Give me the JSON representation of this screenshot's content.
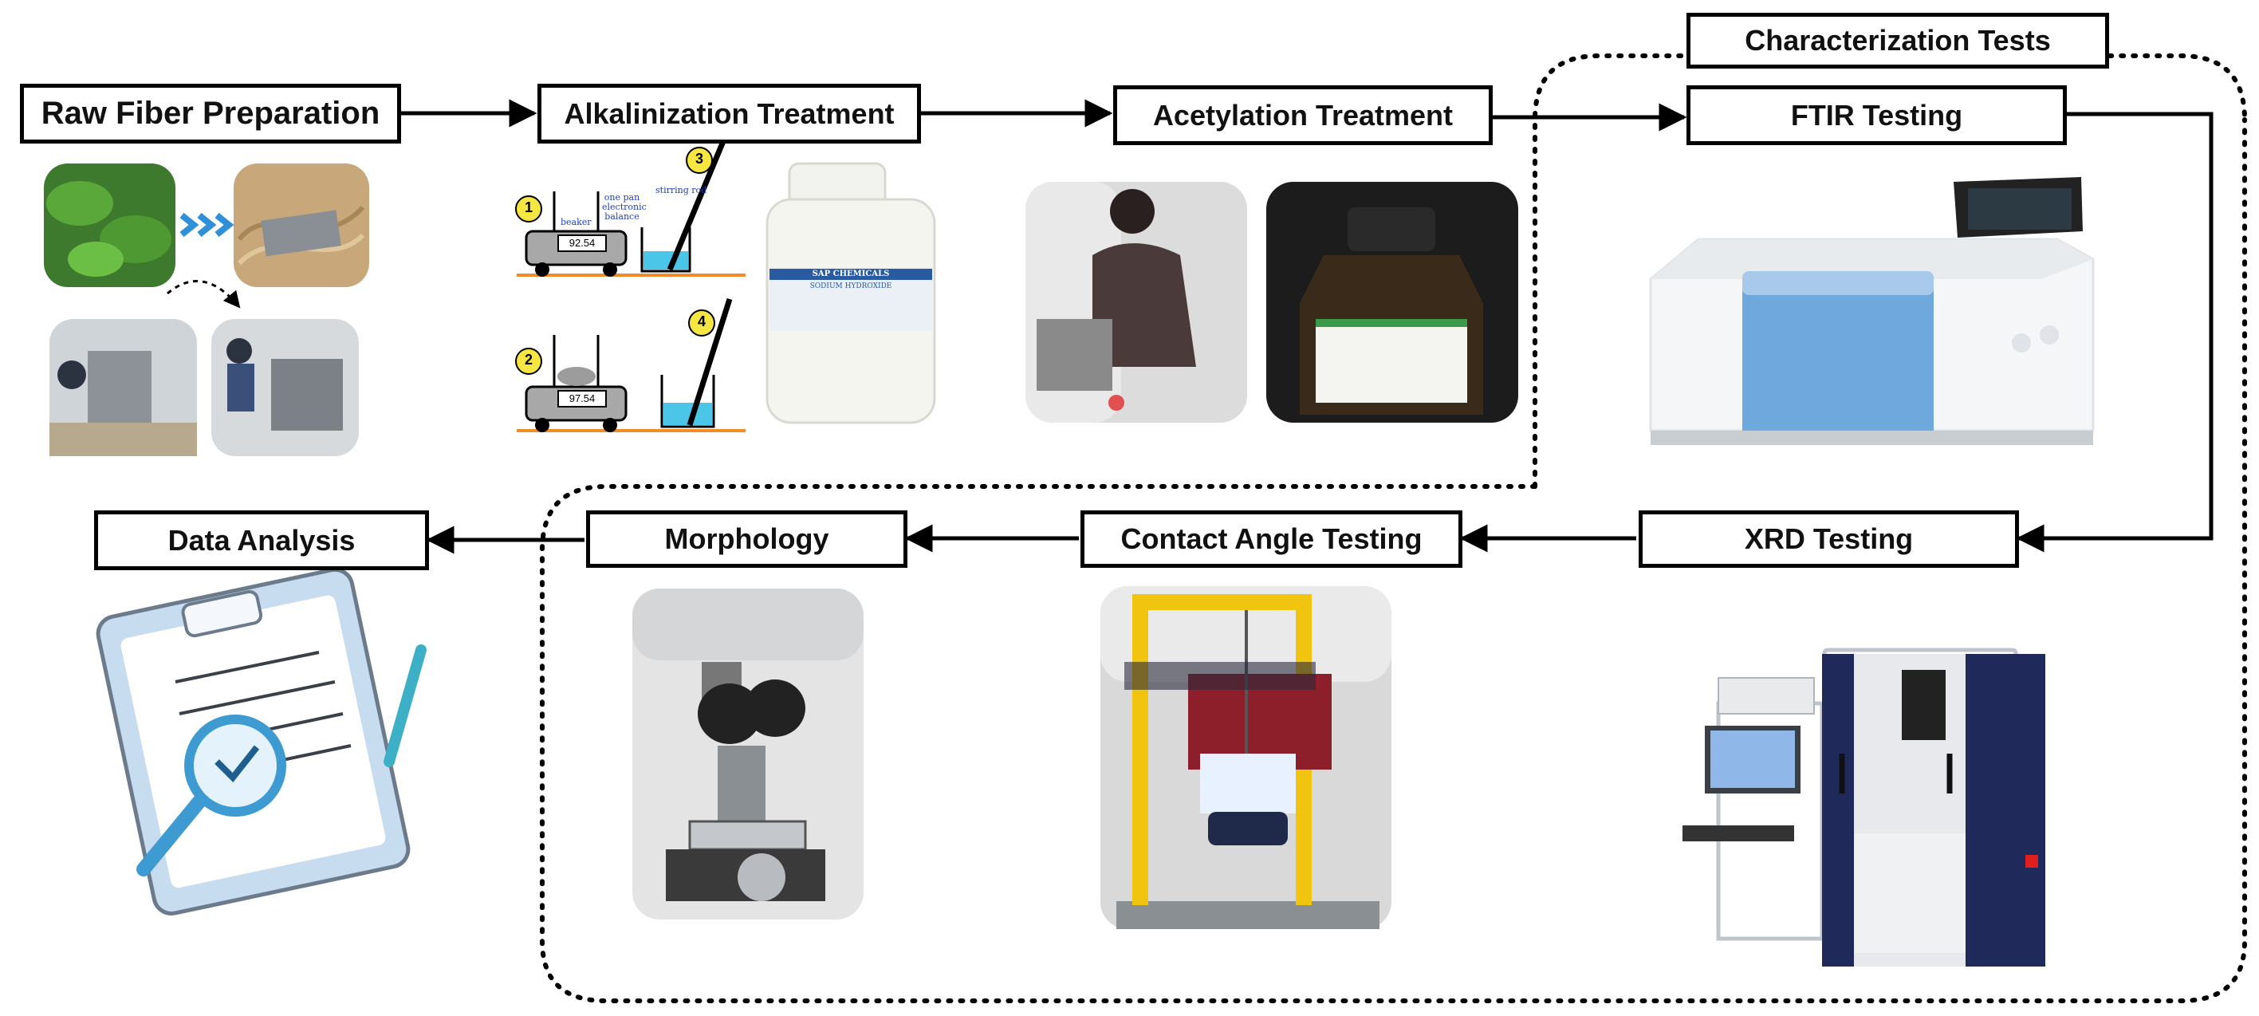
{
  "steps": {
    "raw_fiber": "Raw Fiber Preparation",
    "alkalinization": "Alkalinization Treatment",
    "acetylation": "Acetylation Treatment",
    "characterization": "Characterization Tests",
    "ftir": "FTIR Testing",
    "xrd": "XRD Testing",
    "contact_angle": "Contact Angle Testing",
    "morphology": "Morphology",
    "data_analysis": "Data Analysis"
  },
  "alkali_diagram": {
    "step_numbers": [
      "1",
      "2",
      "3",
      "4"
    ],
    "beaker_label": "beaker",
    "balance_label": "one pan electronic balance",
    "rod_label": "stirring rod",
    "readouts": [
      "92.54",
      "97.54"
    ]
  },
  "bottle_label": {
    "brand": "SAP CHEMICALS",
    "product": "SODIUM HYDROXIDE"
  },
  "colors": {
    "line": "#000000",
    "background": "#ffffff",
    "ftir_panel": "#6fa8dc",
    "xrd_body": "#1f2a5a"
  }
}
